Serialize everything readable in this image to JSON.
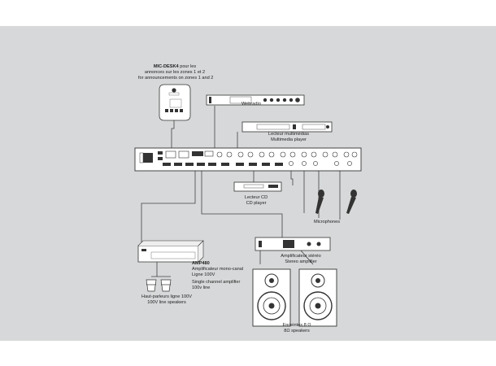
{
  "mic_desk": {
    "name": "MIC-DESK4",
    "desc_fr": " pour les",
    "line2": "annonces sur les zones 1 et 2",
    "line3": "for announcements on zones 1 and 2"
  },
  "webradio": {
    "label": "Webradio"
  },
  "media_player": {
    "label_fr": "Lecteur multimédias",
    "label_en": "Multimedia player"
  },
  "cd_player": {
    "label_fr": "Lecteur CD",
    "label_en": "CD player"
  },
  "microphones": {
    "label": "Microphones"
  },
  "amp480": {
    "name": "AMP480",
    "line1": "Amplificateur mono-canal",
    "line2": "Ligne 100V",
    "line3": "Single channel amplifier",
    "line4": "100v line"
  },
  "line_speakers": {
    "label_fr": "Haut-parleurs ligne 100V",
    "label_en": "100V line speakers"
  },
  "stereo_amp": {
    "label_fr": "Amplificateur stéréo",
    "label_en": "Stereo amplifier"
  },
  "enceintes": {
    "label_fr": "Enceintes 8  Ω",
    "label_en": "8Ω speakers"
  },
  "colors": {
    "background": "#d6d8d9",
    "device": "#ffffff",
    "outline": "#333333",
    "cable": "#444444"
  }
}
